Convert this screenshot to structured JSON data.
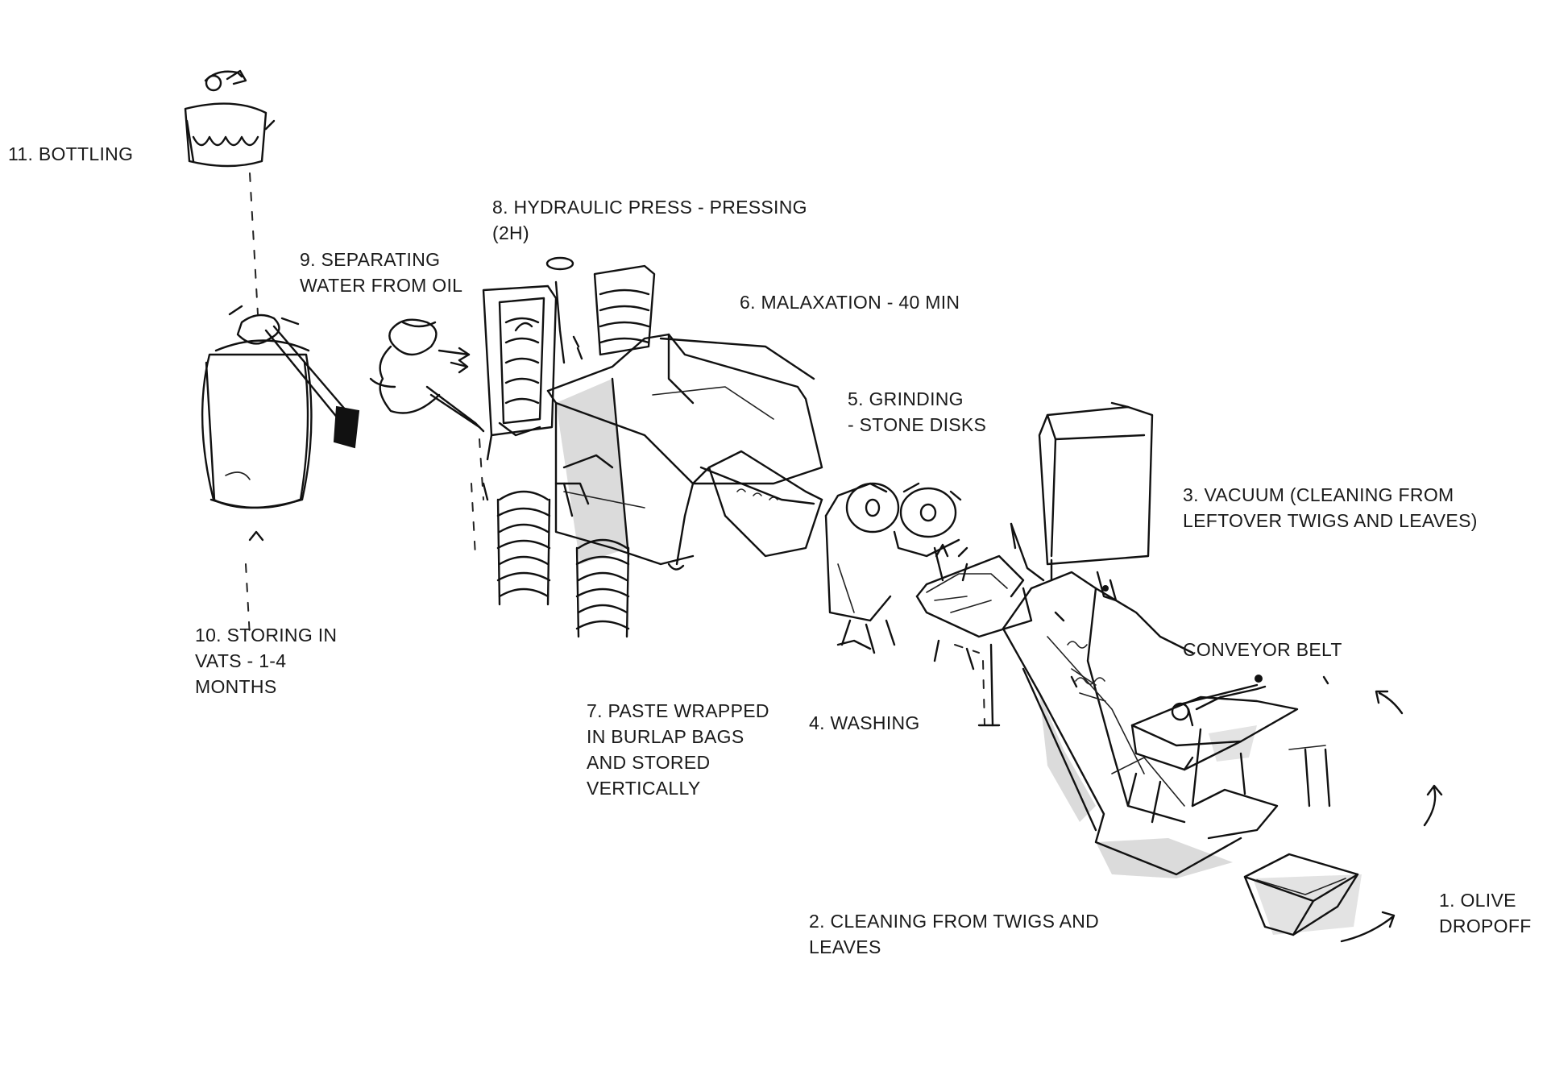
{
  "labels": {
    "step1": [
      "1. OLIVE",
      "DROPOFF"
    ],
    "step2": [
      "2. CLEANING FROM TWIGS AND",
      "LEAVES"
    ],
    "step3": [
      "3. VACUUM (CLEANING FROM",
      "LEFTOVER TWIGS AND LEAVES)"
    ],
    "conveyor": "CONVEYOR BELT",
    "step4": "4. WASHING",
    "step5": [
      "5. GRINDING",
      "- STONE DISKS"
    ],
    "step6": "6. MALAXATION - 40 MIN",
    "step7": [
      "7. PASTE WRAPPED",
      "IN BURLAP BAGS",
      "AND STORED",
      "VERTICALLY"
    ],
    "step8": [
      "8. HYDRAULIC PRESS - PRESSING",
      "(2H)"
    ],
    "step9": [
      "9. SEPARATING",
      "WATER FROM OIL"
    ],
    "step10": [
      "10. STORING IN",
      "VATS - 1-4",
      "MONTHS"
    ],
    "step11": "11. BOTTLING"
  }
}
